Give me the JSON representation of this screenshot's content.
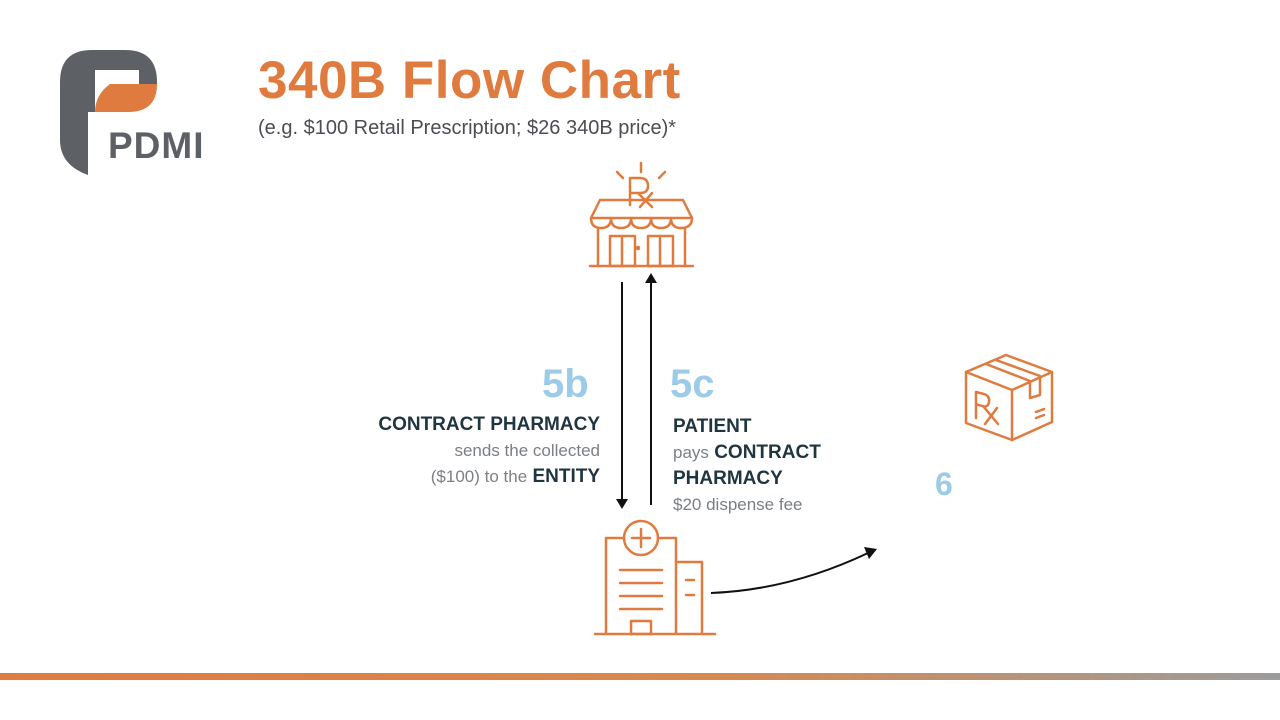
{
  "brand": {
    "name": "PDMI",
    "colors": {
      "orange": "#e07b3f",
      "grey": "#5d6166",
      "dark_text": "#1f3540",
      "step_blue": "#9ccbe8"
    }
  },
  "title": "340B Flow Chart",
  "subtitle": "(e.g. $100 Retail Prescription; $26 340B price)*",
  "nodes": {
    "pharmacy_icon": "pharmacy-store-icon",
    "hospital_icon": "hospital-building-icon",
    "package_icon": "rx-package-icon"
  },
  "steps": {
    "s5b": {
      "number": "5b",
      "line1_bold": "CONTRACT PHARMACY",
      "line2": "sends the collected",
      "line3_plain": "($100) to the",
      "line3_bold": "ENTITY"
    },
    "s5c": {
      "number": "5c",
      "line1_bold": "PATIENT",
      "line2_plain": "pays",
      "line2_bold": "CONTRACT",
      "line3_bold": "PHARMACY",
      "line4": "$20 dispense fee"
    },
    "s6": {
      "number": "6"
    }
  }
}
